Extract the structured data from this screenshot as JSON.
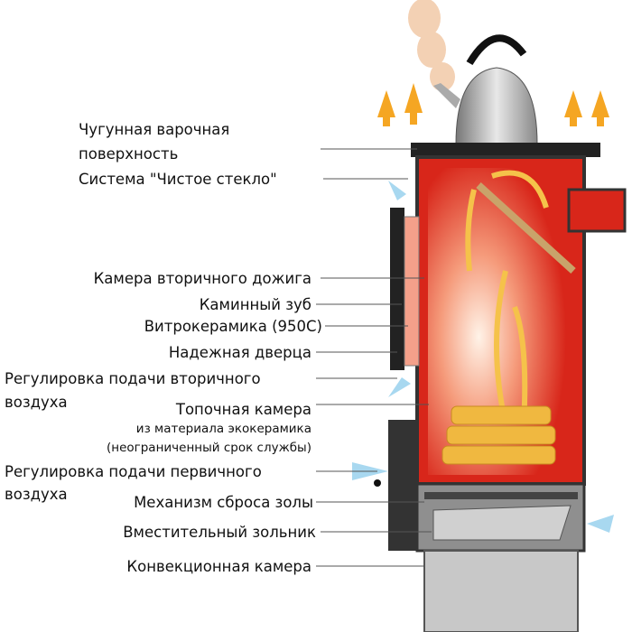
{
  "labels": {
    "cast_iron_1": "Чугунная варочная",
    "cast_iron_2": "поверхность",
    "clean_glass": "Система \"Чистое стекло\"",
    "afterburn": "Камера вторичного дожига",
    "fireplace_tooth": "Каминный зуб",
    "vitroceramic": "Витрокерамика (950С)",
    "door": "Надежная дверца",
    "secondary_air_1": "Регулировка подачи вторичного",
    "secondary_air_2": "воздуха",
    "firebox_1": "Топочная камера",
    "firebox_2": "из материала экокерамика",
    "firebox_3": "(неограниченный срок службы)",
    "primary_air_1": "Регулировка подачи первичного",
    "primary_air_2": "воздуха",
    "ash_mechanism": "Механизм сброса золы",
    "ash_pan": "Вместительный зольник",
    "convection": "Конвекционная камера"
  },
  "colors": {
    "body": "#d8261a",
    "flame": "#f5c24a",
    "metal": "#9a9a9a",
    "dark": "#222222",
    "air": "#a8d8f0"
  }
}
